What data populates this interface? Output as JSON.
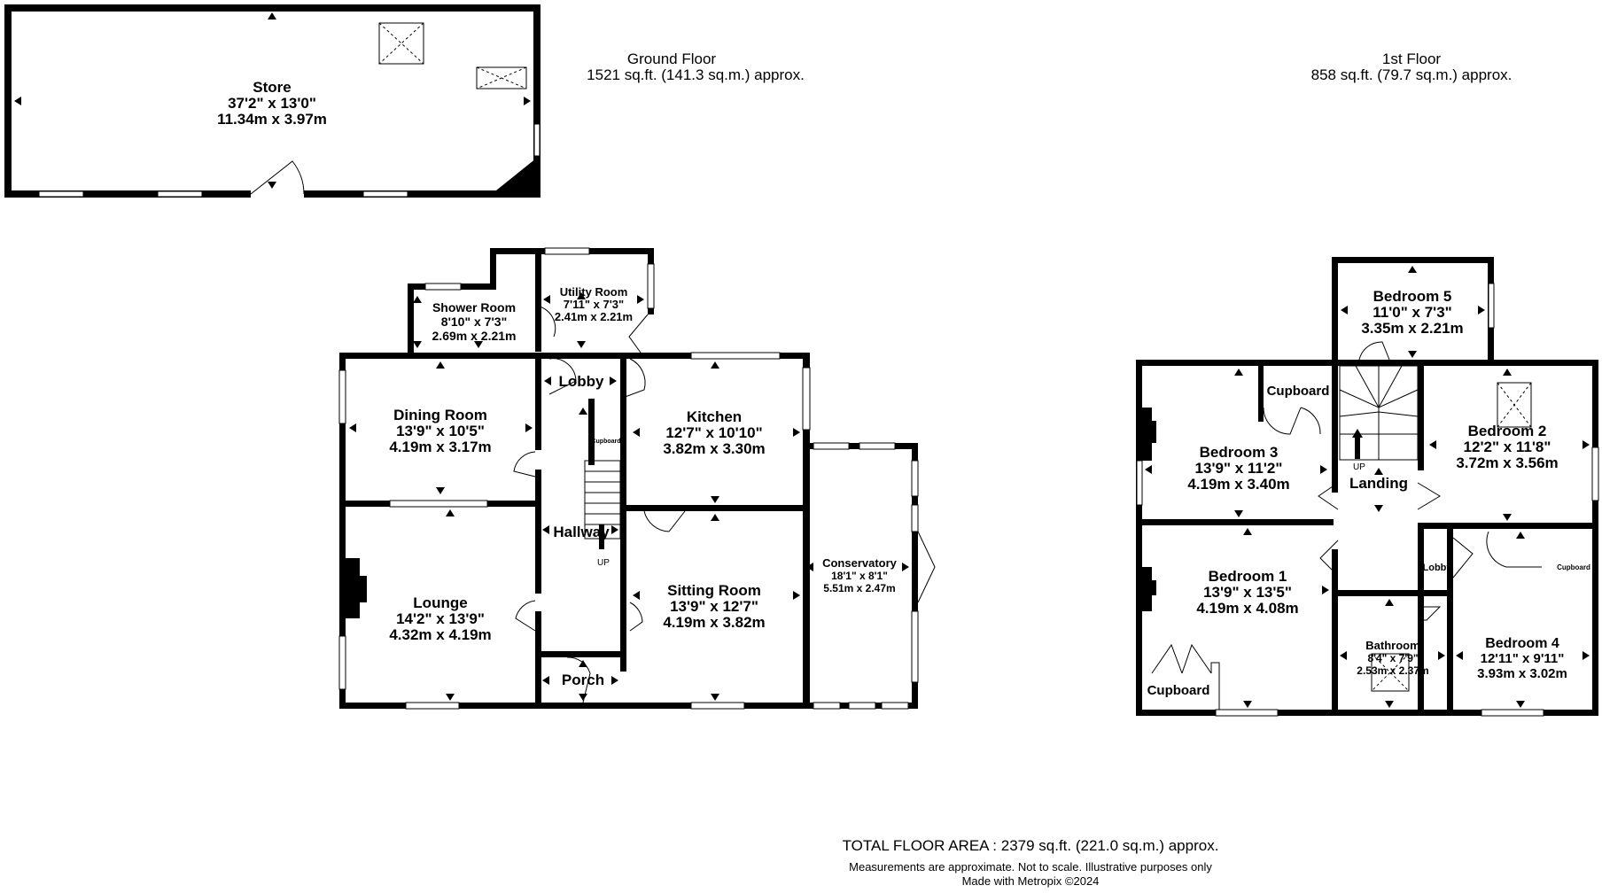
{
  "headers": {
    "ground_floor": {
      "title": "Ground Floor",
      "area": "1521 sq.ft. (141.3 sq.m.) approx."
    },
    "first_floor": {
      "title": "1st Floor",
      "area": "858 sq.ft. (79.7 sq.m.) approx."
    }
  },
  "rooms": {
    "store": {
      "name": "Store",
      "imperial": "37'2\"  x 13'0\"",
      "metric": "11.34m  x 3.97m"
    },
    "shower_room": {
      "name": "Shower Room",
      "imperial": "8'10\"  x 7'3\"",
      "metric": "2.69m  x 2.21m"
    },
    "utility_room": {
      "name": "Utility Room",
      "imperial": "7'11\"  x 7'3\"",
      "metric": "2.41m  x 2.21m"
    },
    "lobby_ground": {
      "name": "Lobby"
    },
    "dining_room": {
      "name": "Dining Room",
      "imperial": "13'9\"  x 10'5\"",
      "metric": "4.19m  x 3.17m"
    },
    "kitchen": {
      "name": "Kitchen",
      "imperial": "12'7\"  x 10'10\"",
      "metric": "3.82m  x 3.30m"
    },
    "cupboard_ground": {
      "name": "Cupboard"
    },
    "hallway": {
      "name": "Hallway",
      "stairs": "UP"
    },
    "lounge": {
      "name": "Lounge",
      "imperial": "14'2\"  x 13'9\"",
      "metric": "4.32m  x 4.19m"
    },
    "sitting_room": {
      "name": "Sitting Room",
      "imperial": "13'9\"  x 12'7\"",
      "metric": "4.19m  x 3.82m"
    },
    "conservatory": {
      "name": "Conservatory",
      "imperial": "18'1\"  x 8'1\"",
      "metric": "5.51m  x 2.47m"
    },
    "porch": {
      "name": "Porch"
    },
    "bedroom5": {
      "name": "Bedroom 5",
      "imperial": "11'0\"  x 7'3\"",
      "metric": "3.35m  x 2.21m"
    },
    "bedroom3": {
      "name": "Bedroom 3",
      "imperial": "13'9\"  x 11'2\"",
      "metric": "4.19m  x 3.40m"
    },
    "cupboard_b3": {
      "name": "Cupboard"
    },
    "landing": {
      "name": "Landing",
      "stairs": "UP"
    },
    "bedroom2": {
      "name": "Bedroom 2",
      "imperial": "12'2\"  x 11'8\"",
      "metric": "3.72m  x 3.56m"
    },
    "bedroom1": {
      "name": "Bedroom 1",
      "imperial": "13'9\"  x 13'5\"",
      "metric": "4.19m  x 4.08m"
    },
    "cupboard_b1": {
      "name": "Cupboard"
    },
    "lobby_first": {
      "name": "Lobby"
    },
    "cupboard_b4": {
      "name": "Cupboard"
    },
    "bathroom": {
      "name": "Bathroom",
      "imperial": "8'4\"  x 7'9\"",
      "metric": "2.53m  x 2.37m"
    },
    "bedroom4": {
      "name": "Bedroom 4",
      "imperial": "12'11\"  x 9'11\"",
      "metric": "3.93m  x 3.02m"
    }
  },
  "footer": {
    "total": "TOTAL FLOOR AREA : 2379 sq.ft. (221.0 sq.m.) approx.",
    "note": "Measurements are approximate.  Not to scale.  Illustrative purposes only",
    "credit": "Made with Metropix ©2024"
  }
}
